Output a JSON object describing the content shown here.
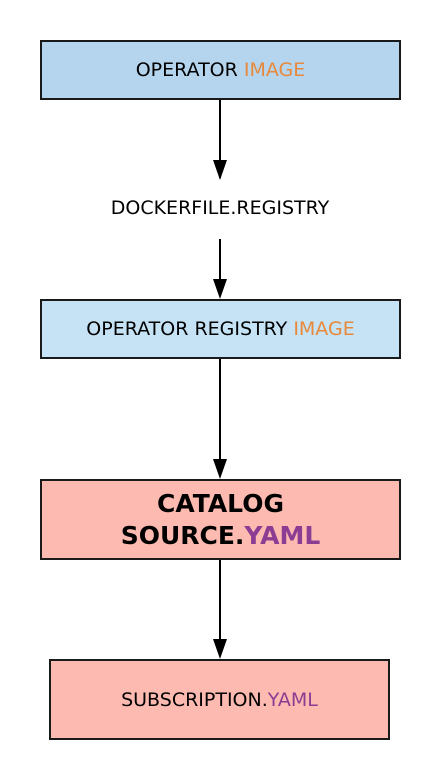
{
  "colors": {
    "blue_box_fill": "#b5d5ee",
    "light_blue_box_fill": "#c5e3f4",
    "pink_box_fill": "#fcbab0",
    "image_accent": "#e8883a",
    "yaml_accent": "#8b3d94",
    "stroke": "#1a1a1a"
  },
  "nodes": {
    "operator_image": {
      "prefix": "OPERATOR ",
      "accent": "IMAGE"
    },
    "dockerfile": {
      "label": "DOCKERFILE.REGISTRY"
    },
    "operator_registry_image": {
      "prefix": "OPERATOR REGISTRY ",
      "accent": "IMAGE"
    },
    "catalog_source": {
      "line1": "CATALOG",
      "line2_prefix": "SOURCE.",
      "line2_accent": "YAML"
    },
    "subscription": {
      "prefix": "SUBSCRIPTION.",
      "accent": "YAML"
    }
  }
}
